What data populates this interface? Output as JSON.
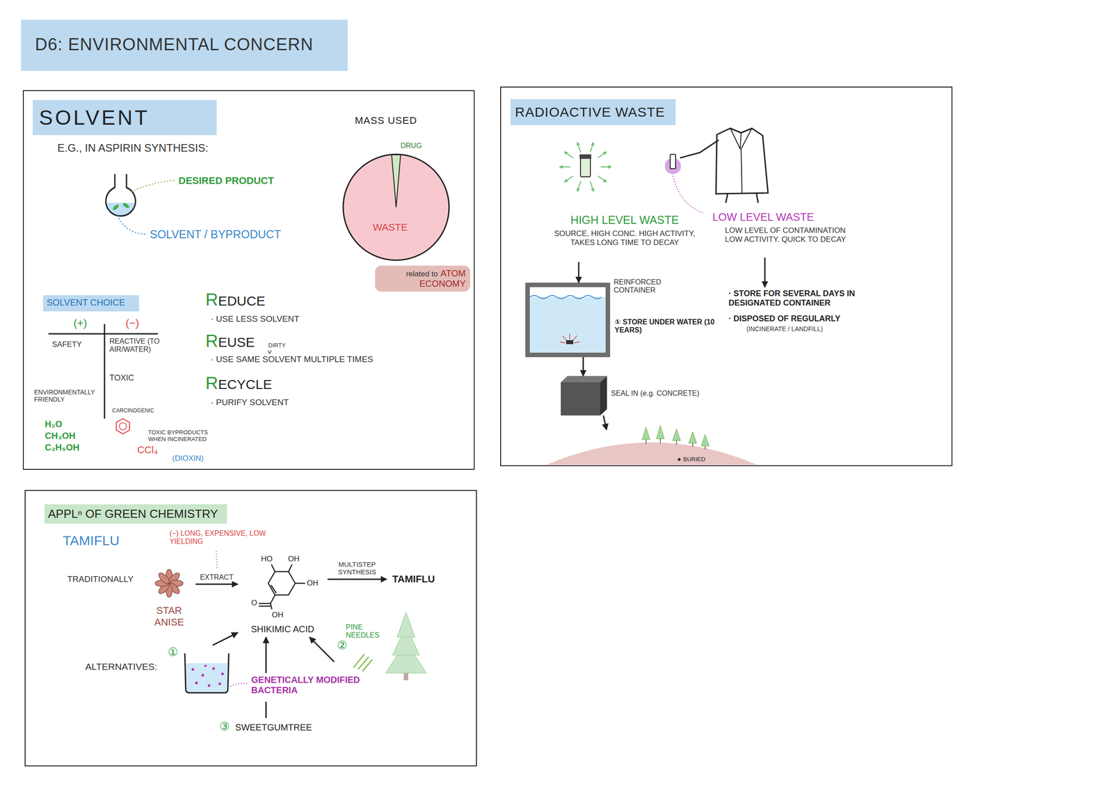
{
  "diagram": {
    "title": "D6: ENVIRONMENTAL CONCERN",
    "nodes": [
      {
        "text": [
          "SOLVENT"
        ]
      },
      {
        "text": [
          "MASS USED",
          "DRUG",
          "WASTE"
        ],
        "in": 0
      },
      {
        "text": [
          "related to",
          "ATOM ECONOMY"
        ],
        "in": 0
      },
      {
        "text": [
          "SOLVENT CHOICE"
        ],
        "in": 0
      },
      {
        "text": [
          "RADIOACTIVE WASTE"
        ]
      },
      {
        "text": [
          "HIGH LEVEL WASTE",
          "SOURCE, HIGH CONC. HIGH ACTIVITY, TAKES LONG TIME TO DECAY"
        ],
        "in": 4
      },
      {
        "text": [
          "LOW LEVEL WASTE",
          "LOW LEVEL OF CONTAMINATION LOW ACTIVITY. QUICK TO DECAY"
        ],
        "in": 4
      },
      {
        "text": [
          "REINFORCED CONTAINER",
          "① STORE UNDER WATER (10 YEARS)"
        ],
        "in": 4
      },
      {
        "text": [
          "SEAL IN (e.g. CONCRETE)"
        ],
        "in": 4
      },
      {
        "text": [
          "· STORE FOR SEVERAL DAYS IN DESIGNATED CONTAINER",
          "· DISPOSED OF REGULARLY",
          "(INCINERATE / LANDFILL)"
        ],
        "in": 4
      },
      {
        "text": [
          "BURIED"
        ],
        "in": 4
      },
      {
        "text": [
          "APPLⁿ OF GREEN CHEMISTRY"
        ]
      },
      {
        "text": [
          "STAR ANISE"
        ],
        "in": 11
      },
      {
        "text": [
          "SHIKIMIC ACID"
        ],
        "in": 11
      },
      {
        "text": [
          "TAMIFLU"
        ],
        "in": 11
      },
      {
        "text": [
          "①"
        ],
        "in": 11
      },
      {
        "text": [
          "②",
          "PINE NEEDLES"
        ],
        "in": 11
      },
      {
        "text": [
          "GENETICALLY MODIFIED BACTERIA"
        ],
        "in": 11
      },
      {
        "text": [
          "③",
          "SWEETGUMTREE"
        ],
        "in": 11
      }
    ],
    "edges": [
      {
        "from": 5,
        "to": 7,
        "arrow": "to"
      },
      {
        "from": 7,
        "to": 8,
        "arrow": "to"
      },
      {
        "from": 8,
        "to": 10,
        "arrow": "to"
      },
      {
        "from": 6,
        "to": 9,
        "arrow": "to"
      },
      {
        "from": 12,
        "to": 13,
        "label": "EXTRACT",
        "arrow": "to"
      },
      {
        "from": 13,
        "to": 14,
        "label": "MULTISTEP SYNTHESIS",
        "arrow": "to"
      },
      {
        "from": 15,
        "to": 13,
        "arrow": "to"
      },
      {
        "from": 16,
        "to": 13,
        "arrow": "to"
      },
      {
        "from": 18,
        "to": 17,
        "arrow": "none"
      },
      {
        "from": 17,
        "to": 13,
        "arrow": "to"
      }
    ],
    "labels": [
      "E.G., IN ASPIRIN SYNTHESIS:",
      "DESIRED PRODUCT",
      "SOLVENT / BYPRODUCT",
      "(+)",
      "(−)",
      "SAFETY",
      "REACTIVE (TO AIR/WATER)",
      "TOXIC",
      "ENVIRONMENTALLY FRIENDLY",
      "H₂O",
      "CH₃OH",
      "C₂H₅OH",
      "CARCINOGENIC",
      "CCl₄",
      "TOXIC BYPRODUCTS WHEN INCINERATED",
      "(DIOXIN)",
      "REDUCE",
      "· USE LESS SOLVENT",
      "REUSE",
      "DIRTY",
      "· USE SAME SOLVENT MULTIPLE TIMES",
      "RECYCLE",
      "· PURIFY SOLVENT",
      "TAMIFLU",
      "(−) LONG, EXPENSIVE, LOW YIELDING",
      "TRADITIONALLY",
      "HO",
      "OH",
      "OH",
      "O",
      "OH",
      "ALTERNATIVES:"
    ]
  }
}
